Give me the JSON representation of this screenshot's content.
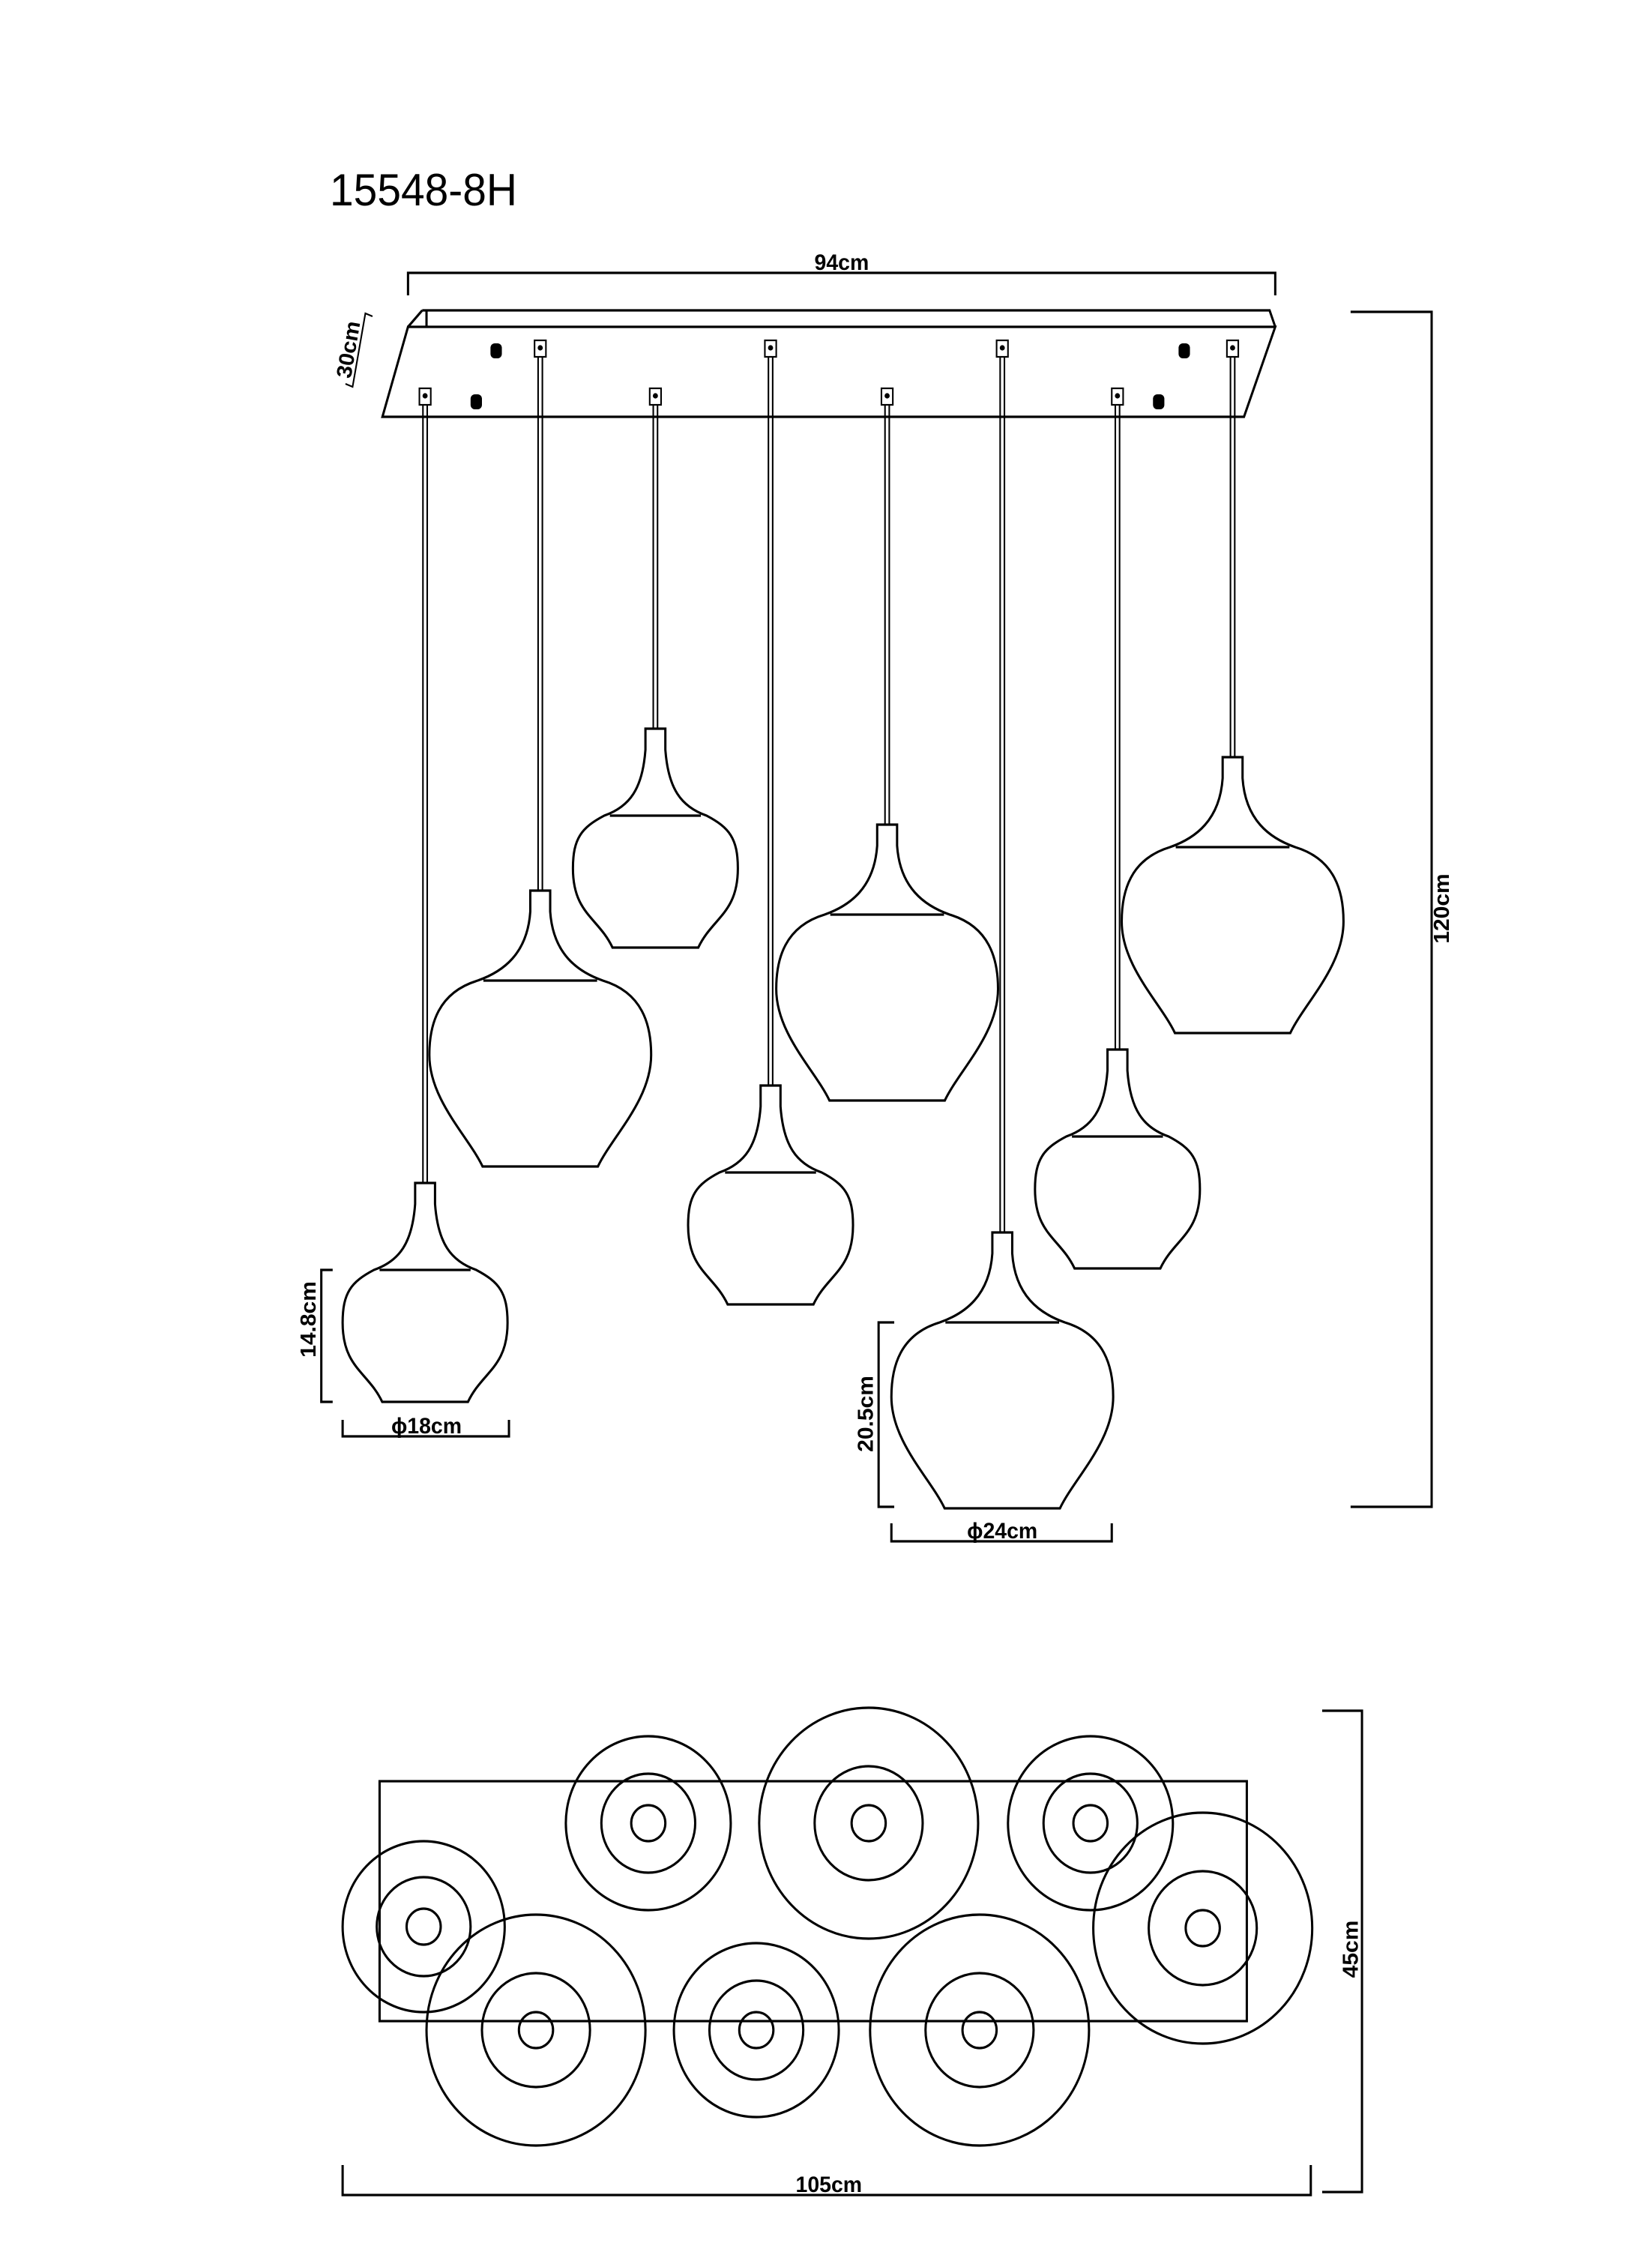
{
  "title": "15548-8H",
  "dimensions": {
    "canopy_length": "94cm",
    "canopy_depth": "30cm",
    "total_height": "120cm",
    "small_shade_height": "14.8cm",
    "small_shade_diameter": "ϕ18cm",
    "large_shade_height": "20.5cm",
    "large_shade_diameter": "ϕ24cm",
    "top_view_depth": "45cm",
    "top_view_length": "105cm"
  },
  "pendants": {
    "count": 8,
    "sizes": [
      "small",
      "large",
      "small",
      "small",
      "large",
      "large",
      "small",
      "large"
    ]
  },
  "colors": {
    "line": "#000000",
    "background": "#ffffff"
  }
}
